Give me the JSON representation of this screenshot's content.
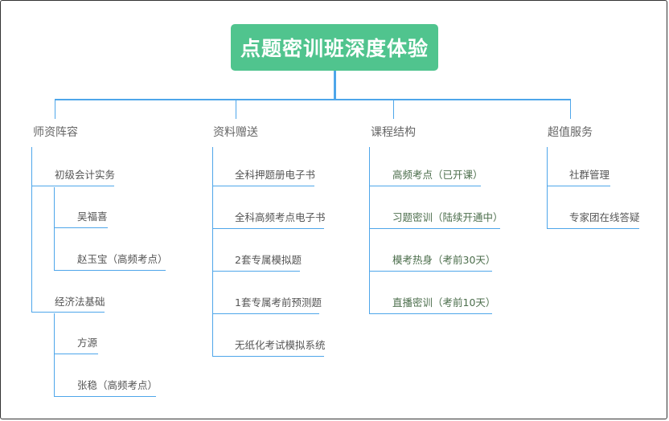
{
  "root": {
    "title": "点题密训班深度体验",
    "color": "#50c48e"
  },
  "line_color": "#4ea6ea",
  "branches": [
    {
      "label": "师资阵容",
      "children": [
        {
          "label": "初级会计实务",
          "children": [
            {
              "label": "吴福喜"
            },
            {
              "label": "赵玉宝（高频考点）"
            }
          ]
        },
        {
          "label": "经济法基础",
          "children": [
            {
              "label": "方源"
            },
            {
              "label": "张稳（高频考点）"
            }
          ]
        }
      ]
    },
    {
      "label": "资料赠送",
      "children": [
        {
          "label": "全科押题册电子书"
        },
        {
          "label": "全科高频考点电子书"
        },
        {
          "label": "2套专属模拟题"
        },
        {
          "label": "1套专属考前预测题"
        },
        {
          "label": "无纸化考试模拟系统"
        }
      ]
    },
    {
      "label": "课程结构",
      "children": [
        {
          "label": "高频考点（已开课）"
        },
        {
          "label": "习题密训（陆续开通中）"
        },
        {
          "label": "模考热身（考前30天）"
        },
        {
          "label": "直播密训（考前10天）"
        }
      ]
    },
    {
      "label": "超值服务",
      "children": [
        {
          "label": "社群管理"
        },
        {
          "label": "专家团在线答疑"
        }
      ]
    }
  ]
}
